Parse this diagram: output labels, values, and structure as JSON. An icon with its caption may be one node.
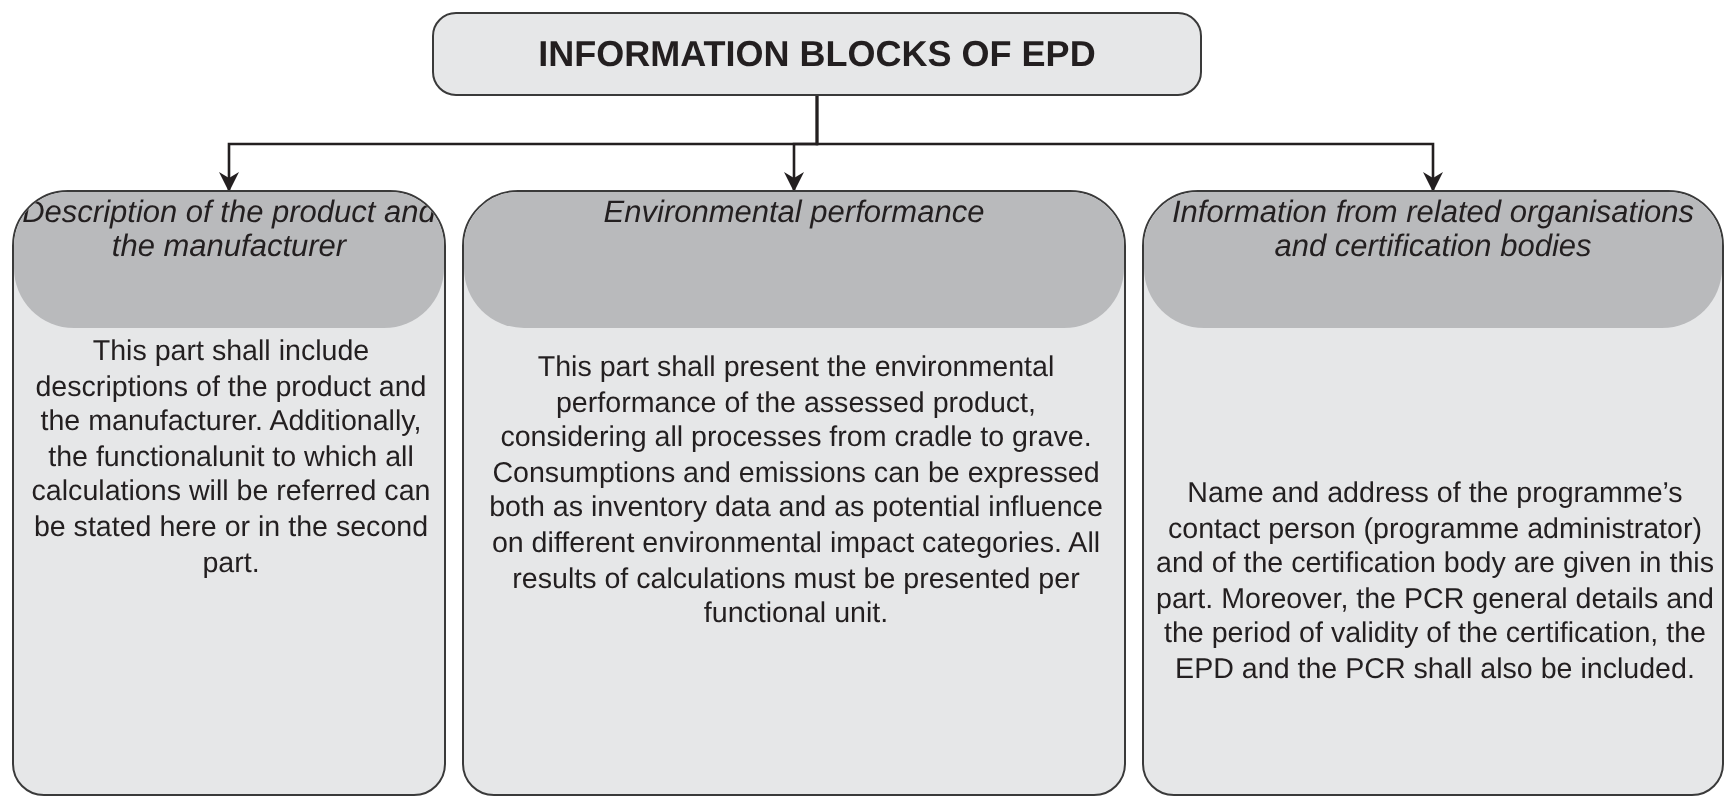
{
  "diagram": {
    "nodes": [
      {
        "text": [
          "INFORMATION BLOCKS OF EPD"
        ]
      },
      {
        "text": [
          "Description of the product and the manufacturer",
          "This part shall include descriptions of the product and the manufacturer. Additionally, the functionalunit to which all calculations will be referred can be stated here or in the second part."
        ]
      },
      {
        "text": [
          "Environmental performance",
          "This part shall present the environmental performance of the assessed product, considering all processes from cradle to grave. Consumptions and emissions can be expressed both as inventory data and as potential influence on different environmental impact categories. All results of calculations must be presented per functional unit."
        ]
      },
      {
        "text": [
          "Information from related organisations and certification bodies",
          "Name and address of the programme’s contact person (programme administrator) and of the certification body are given in this part. Moreover, the PCR general details and the period of validity of the certification, the EPD and the PCR shall also be included."
        ]
      }
    ],
    "edges": [
      {
        "from": 0,
        "to": 1,
        "arrow": "to"
      },
      {
        "from": 0,
        "to": 2,
        "arrow": "to"
      },
      {
        "from": 0,
        "to": 3,
        "arrow": "to"
      }
    ]
  }
}
